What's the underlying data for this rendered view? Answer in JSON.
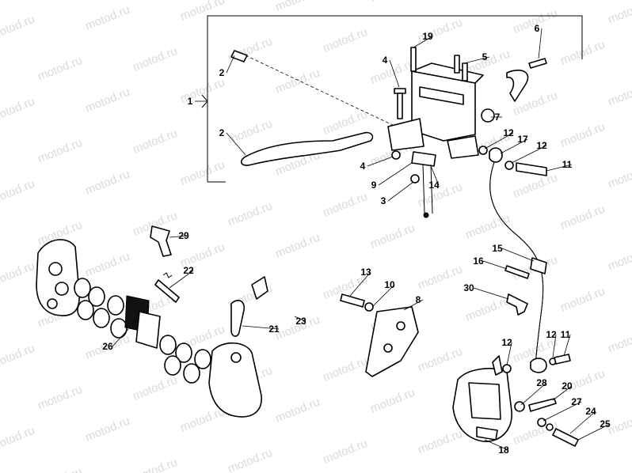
{
  "watermark": "motod.ru",
  "callouts": [
    "1",
    "2",
    "2",
    "3",
    "4",
    "4",
    "5",
    "6",
    "7",
    "8",
    "9",
    "10",
    "11",
    "11",
    "12",
    "12",
    "12",
    "12",
    "13",
    "14",
    "15",
    "16",
    "17",
    "18",
    "19",
    "20",
    "21",
    "22",
    "23",
    "24",
    "25",
    "26",
    "27",
    "28",
    "29",
    "30"
  ]
}
